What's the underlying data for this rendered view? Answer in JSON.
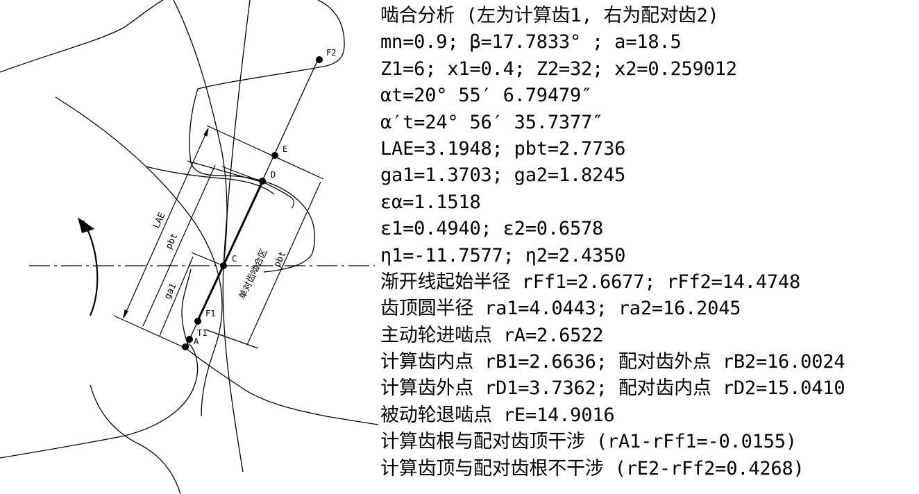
{
  "diagram": {
    "points": [
      "A",
      "T1",
      "F1",
      "C",
      "D",
      "E",
      "F2"
    ],
    "dimension_labels": [
      "LAE",
      "pbt",
      "ga1",
      "pbt"
    ],
    "zone_label": "单对齿啮合区"
  },
  "results": {
    "lines": [
      "啮合分析 (左为计算齿1, 右为配对齿2)",
      "mn=0.9; β=17.7833° ; a=18.5",
      "Z1=6; x1=0.4; Z2=32; x2=0.259012",
      " αt=20° 55′ 6.79479″",
      " α′t=24° 56′ 35.7377″",
      "LAE=3.1948; pbt=2.7736",
      "ga1=1.3703; ga2=1.8245",
      " εα=1.1518",
      " ε1=0.4940; ε2=0.6578",
      " η1=-11.7577; η2=2.4350",
      "渐开线起始半径 rFf1=2.6677; rFf2=14.4748",
      "齿顶圆半径 ra1=4.0443; ra2=16.2045",
      "主动轮进啮点 rA=2.6522",
      "计算齿内点 rB1=2.6636; 配对齿外点 rB2=16.0024",
      "计算齿外点 rD1=3.7362; 配对齿内点 rD2=15.0410",
      "被动轮退啮点 rE=14.9016",
      "计算齿根与配对齿顶干涉 (rA1-rFf1=-0.0155)",
      "计算齿顶与配对齿根不干涉 (rE2-rFf2=0.4268)"
    ]
  }
}
